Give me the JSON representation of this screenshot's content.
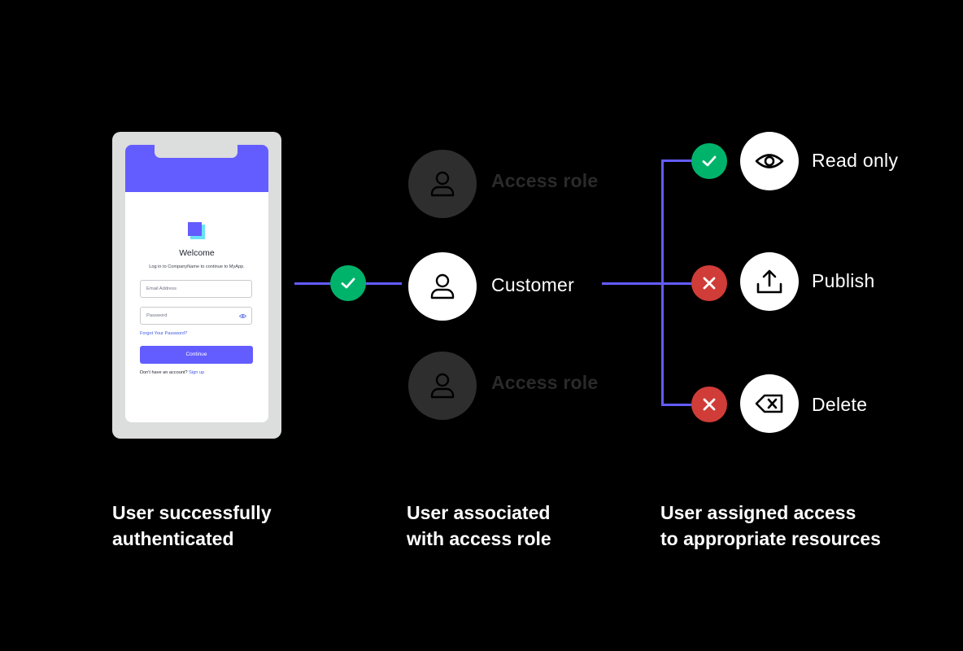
{
  "login": {
    "welcome": "Welcome",
    "subtitle": "Log in to CompanyName to continue to MyApp.",
    "email_placeholder": "Email Address",
    "password_placeholder": "Password",
    "forgot_link": "Forgot Your Password?",
    "continue_label": "Continue",
    "signup_prompt": "Don't have an account?",
    "signup_link": "Sign up",
    "brand_color": "#635dff"
  },
  "roles": [
    {
      "label": "Access role",
      "active": false,
      "icon": "user-icon"
    },
    {
      "label": "Customer",
      "active": true,
      "icon": "user-icon"
    },
    {
      "label": "Access role",
      "active": false,
      "icon": "user-icon"
    }
  ],
  "auth_status": {
    "result": "allowed",
    "icon": "check-icon",
    "color": "#00b36b"
  },
  "resources": [
    {
      "label": "Read only",
      "icon": "eye-icon",
      "status": "allowed",
      "status_icon": "check-icon",
      "status_color": "#00b36b"
    },
    {
      "label": "Publish",
      "icon": "upload-icon",
      "status": "denied",
      "status_icon": "x-icon",
      "status_color": "#d03c38"
    },
    {
      "label": "Delete",
      "icon": "backspace-icon",
      "status": "denied",
      "status_icon": "x-icon",
      "status_color": "#d03c38"
    }
  ],
  "captions": {
    "step1": "User successfully\nauthenticated",
    "step2": "User associated\nwith access role",
    "step3": "User assigned access\nto appropriate resources"
  },
  "colors": {
    "connector": "#635dff",
    "background": "#000000"
  }
}
